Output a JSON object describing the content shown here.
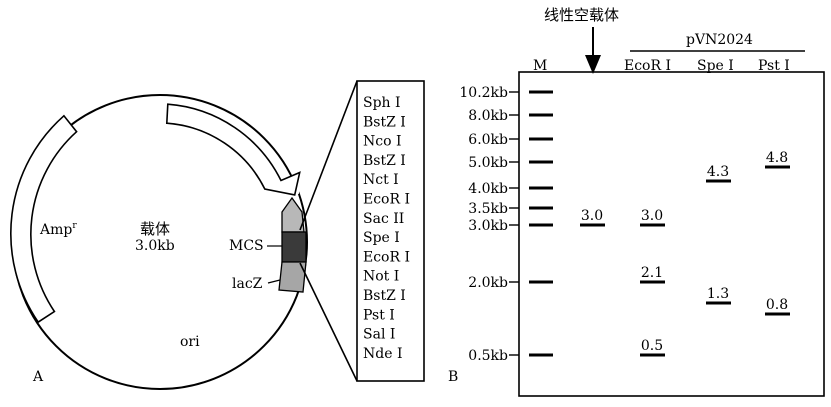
{
  "panel_a": {
    "panel_label": "A",
    "plasmid_name": "载体",
    "plasmid_size": "3.0kb",
    "amp_label": "Amp",
    "amp_sup": "r",
    "mcs_label": "MCS",
    "lacz_label": "lacZ",
    "ori_label": "ori",
    "sites": [
      "Sph I",
      "BstZ I",
      "Nco I",
      "BstZ I",
      "Nct I",
      "EcoR I",
      "Sac II",
      "Spe I",
      "EcoR I",
      "Not I",
      "BstZ I",
      "Pst I",
      "Sal I",
      "Nde I"
    ]
  },
  "panel_b": {
    "panel_label": "B",
    "arrow_label": "线性空载体",
    "group_label": "pVN2024",
    "lane_marker": "M",
    "lane_labels": [
      "EcoR I",
      "Spe I",
      "Pst I"
    ],
    "marker_ladder": [
      "10.2kb",
      "8.0kb",
      "6.0kb",
      "5.0kb",
      "4.0kb",
      "3.5kb",
      "3.0kb",
      "2.0kb",
      "0.5kb"
    ],
    "linear_vector_band": "3.0",
    "bands": {
      "EcoR I": [
        "3.0",
        "2.1",
        "0.5"
      ],
      "Spe I": [
        "4.3",
        "1.3"
      ],
      "Pst I": [
        "4.8",
        "0.8"
      ]
    }
  },
  "colors": {
    "line": "#000000",
    "mcs_dark": "#3a3a3a",
    "lacz_gray": "#a6a6a6",
    "arrow_light": "#b8b8b8"
  }
}
